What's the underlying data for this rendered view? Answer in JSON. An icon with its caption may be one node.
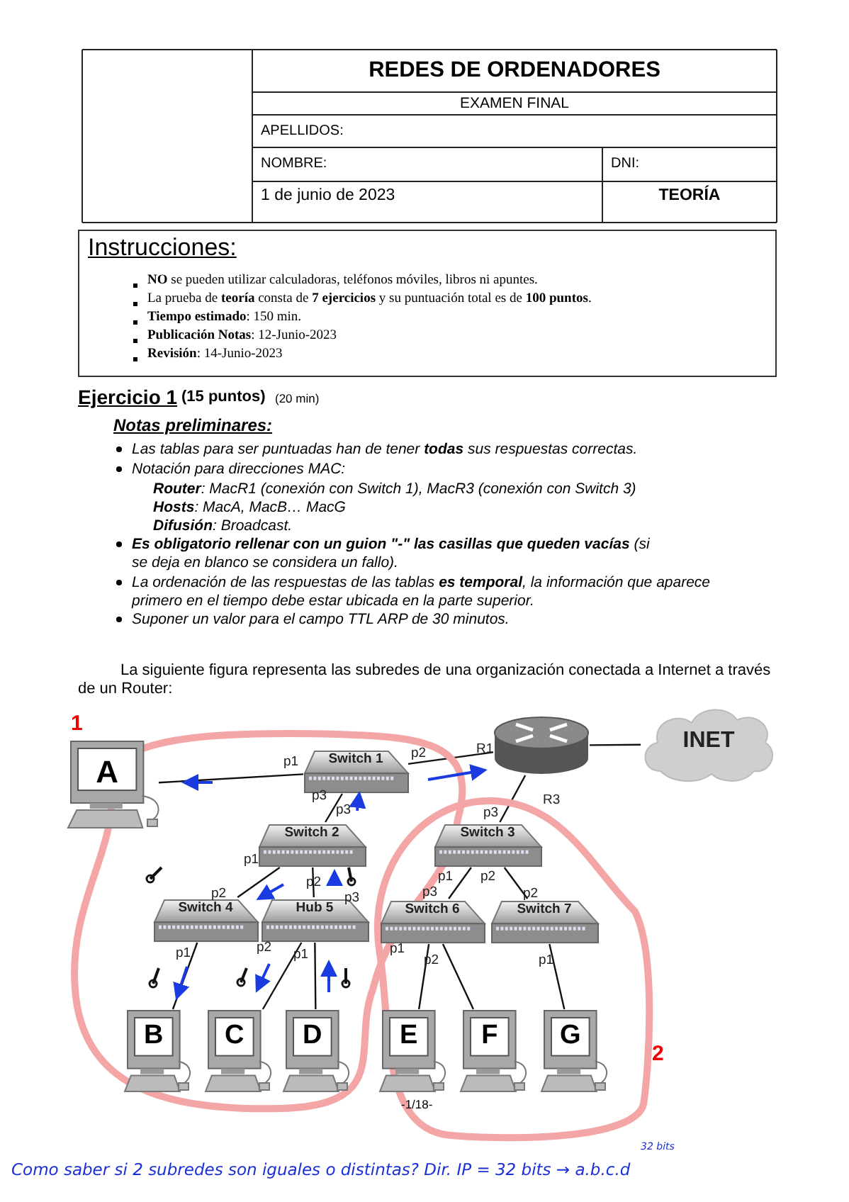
{
  "diagram": {
    "nodes": [
      {
        "text": [
          "Instrucciones:",
          "**NO** se pueden utilizar calculadoras, teléfonos móviles, libros ni apuntes.",
          "La prueba de **teoría** consta de **7 ejercicios** y su puntuación total es de **100 puntos**.",
          "**Tiempo estimado**: 150 min.",
          "**Publicación Notas**: 12-Junio-2023",
          "**Revisión**: 14-Junio-2023"
        ]
      },
      {
        "text": [
          "1"
        ]
      },
      {
        "text": [
          "A"
        ],
        "in": 1
      },
      {
        "text": [
          "Switch 1"
        ],
        "in": 1
      },
      {
        "text": [],
        "shape": "router"
      },
      {
        "text": [
          "INET"
        ]
      },
      {
        "text": [
          "Switch 2"
        ],
        "in": 1
      },
      {
        "text": [
          "2"
        ]
      },
      {
        "text": [
          "Switch 3"
        ],
        "in": 7
      },
      {
        "text": [
          "Switch 4"
        ],
        "in": 1
      },
      {
        "text": [
          "Hub 5"
        ],
        "in": 1
      },
      {
        "text": [
          "Switch 6"
        ],
        "in": 7
      },
      {
        "text": [
          "Switch 7"
        ],
        "in": 7
      },
      {
        "text": [
          "B"
        ],
        "in": 1
      },
      {
        "text": [
          "C"
        ],
        "in": 1
      },
      {
        "text": [
          "D"
        ],
        "in": 1
      },
      {
        "text": [
          "E"
        ],
        "in": 7
      },
      {
        "text": [
          "F"
        ],
        "in": 7
      },
      {
        "text": [
          "G"
        ],
        "in": 7
      }
    ],
    "edges": [
      {
        "from": 2,
        "to": 3,
        "arrow": "none"
      },
      {
        "from": 3,
        "to": 4,
        "arrow": "none"
      },
      {
        "from": 4,
        "to": 5,
        "arrow": "none"
      },
      {
        "from": 3,
        "to": 6,
        "arrow": "none"
      },
      {
        "from": 4,
        "to": 8,
        "arrow": "none"
      },
      {
        "from": 6,
        "to": 9,
        "arrow": "none"
      },
      {
        "from": 6,
        "to": 10,
        "arrow": "none"
      },
      {
        "from": 8,
        "to": 11,
        "arrow": "none"
      },
      {
        "from": 8,
        "to": 12,
        "arrow": "none"
      },
      {
        "from": 9,
        "to": 13,
        "arrow": "none"
      },
      {
        "from": 10,
        "to": 14,
        "arrow": "none"
      },
      {
        "from": 10,
        "to": 15,
        "arrow": "none"
      },
      {
        "from": 11,
        "to": 16,
        "arrow": "none"
      },
      {
        "from": 11,
        "to": 17,
        "arrow": "none"
      },
      {
        "from": 12,
        "to": 18,
        "arrow": "none"
      }
    ],
    "labels": [
      "REDES DE ORDENADORES",
      "EXAMEN FINAL",
      "APELLIDOS:",
      "NOMBRE:",
      "DNI:",
      "1 de junio de 2023",
      "TEORÍA",
      "Ejercicio 1",
      "(15 puntos)",
      "(20 min)",
      "Notas preliminares:",
      "Las tablas para ser puntuadas han de tener **todas** sus respuestas correctas.",
      "Notación para direcciones MAC:",
      "**Router**: MacR1 (conexión con Switch 1), MacR3 (conexión con Switch 3)",
      "**Hosts**: MacA, MacB… MacG",
      "**Difusión**: Broadcast.",
      "**Es obligatorio rellenar con un guion \"-\" las casillas que queden vacías** (si se deja en blanco se considera un fallo).",
      "La ordenación de las respuestas de las tablas **es temporal**, la información que aparece primero en el tiempo debe estar ubicada en la parte superior.",
      "Suponer un valor para el campo TTL ARP de 30 minutos.",
      "La siguiente figura representa las subredes de una organización conectada a Internet a través de un Router:",
      "p1",
      "p2",
      "R1",
      "p3",
      "p3",
      "R3",
      "p3",
      "p1",
      "p2",
      "p2",
      "p3",
      "p1",
      "p2",
      "p3",
      "p2",
      "p1",
      "p2",
      "p1",
      "p1",
      "p2",
      "p1",
      "-1/18-",
      "32 bits",
      "Como saber si 2 subredes son iguales o distintas? Dir. IP = 32 bits → a.b.c.d"
    ]
  }
}
